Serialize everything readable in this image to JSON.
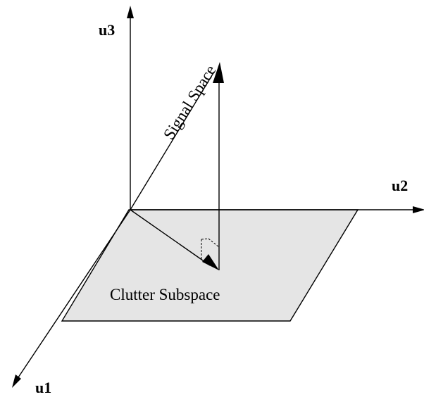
{
  "axes": {
    "u1": "u1",
    "u2": "u2",
    "u3": "u3"
  },
  "labels": {
    "signal_space": "Signal Space",
    "clutter_subspace": "Clutter Subspace"
  },
  "colors": {
    "plane_fill": "#e5e5e5",
    "stroke": "#000000"
  }
}
